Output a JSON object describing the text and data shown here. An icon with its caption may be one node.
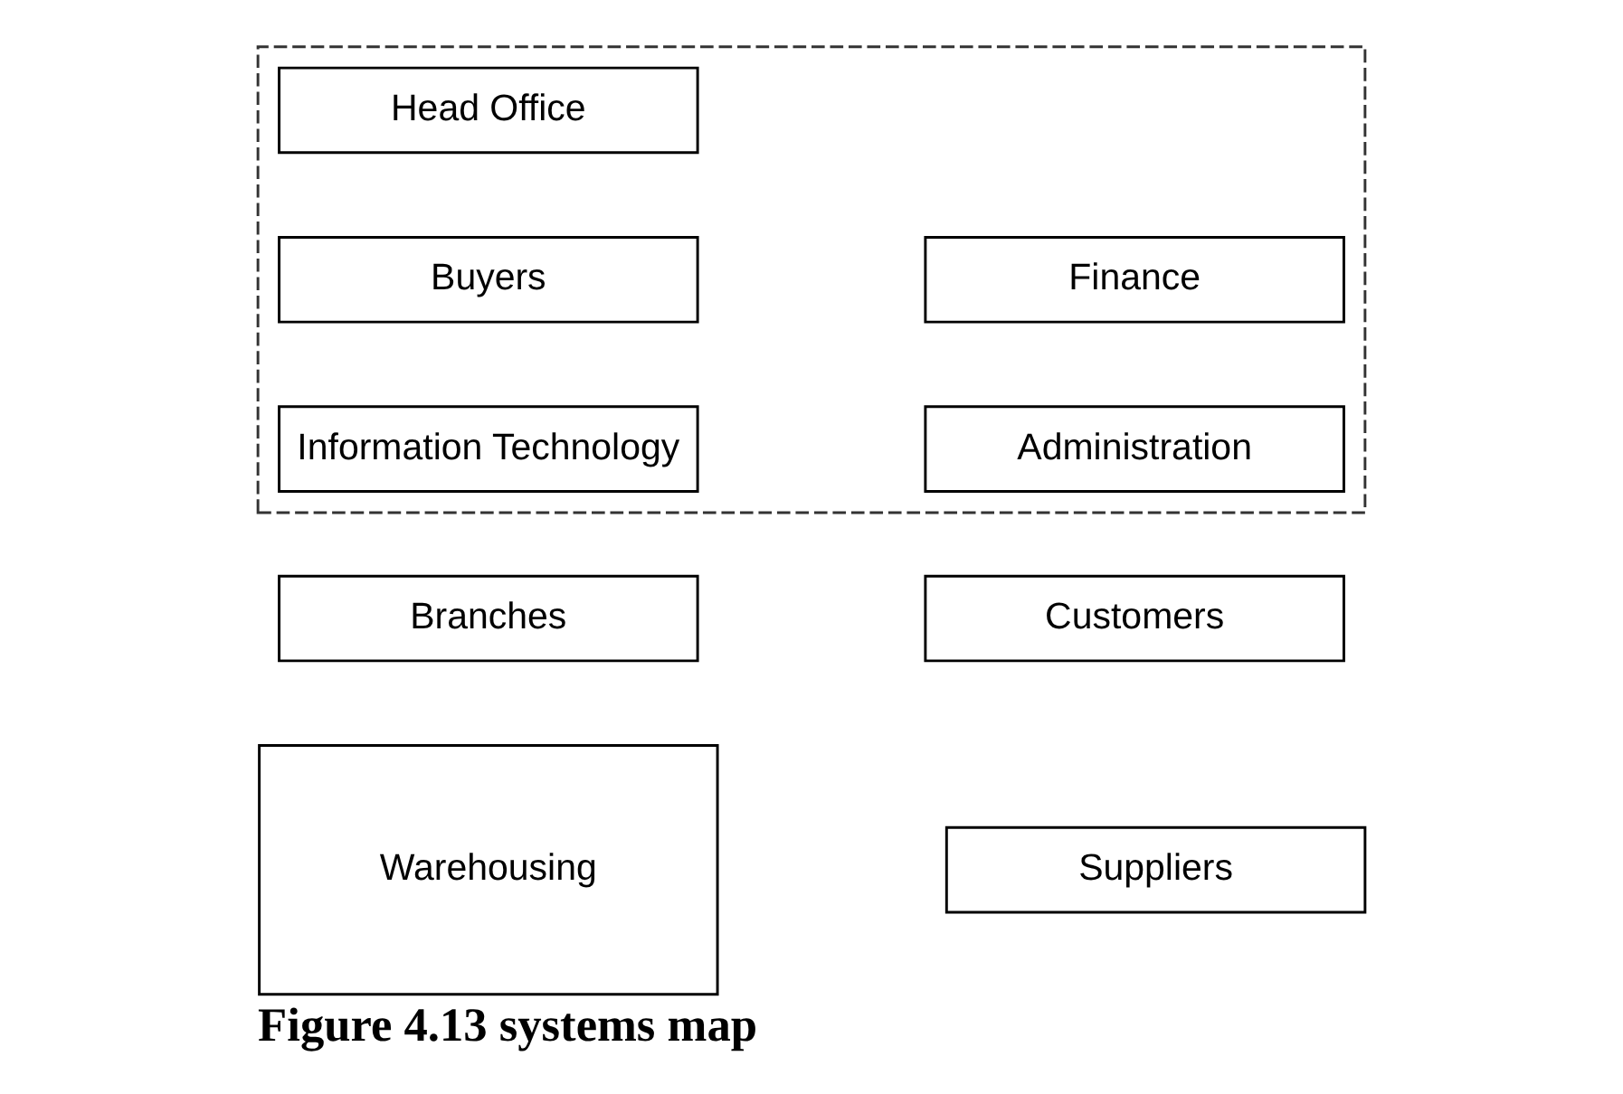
{
  "diagram": {
    "caption": "Figure 4.13 systems map",
    "nodes": [
      {
        "text": [],
        "shape": "box"
      },
      {
        "text": [
          "Head Office"
        ],
        "in": 0
      },
      {
        "text": [
          "Buyers"
        ],
        "in": 0
      },
      {
        "text": [
          "Finance"
        ],
        "in": 0
      },
      {
        "text": [
          "Information Technology"
        ],
        "in": 0
      },
      {
        "text": [
          "Administration"
        ],
        "in": 0
      },
      {
        "text": [
          "Branches"
        ]
      },
      {
        "text": [
          "Warehousing"
        ]
      },
      {
        "text": [
          "Customers"
        ]
      },
      {
        "text": [
          "Suppliers"
        ]
      }
    ],
    "edges": []
  }
}
